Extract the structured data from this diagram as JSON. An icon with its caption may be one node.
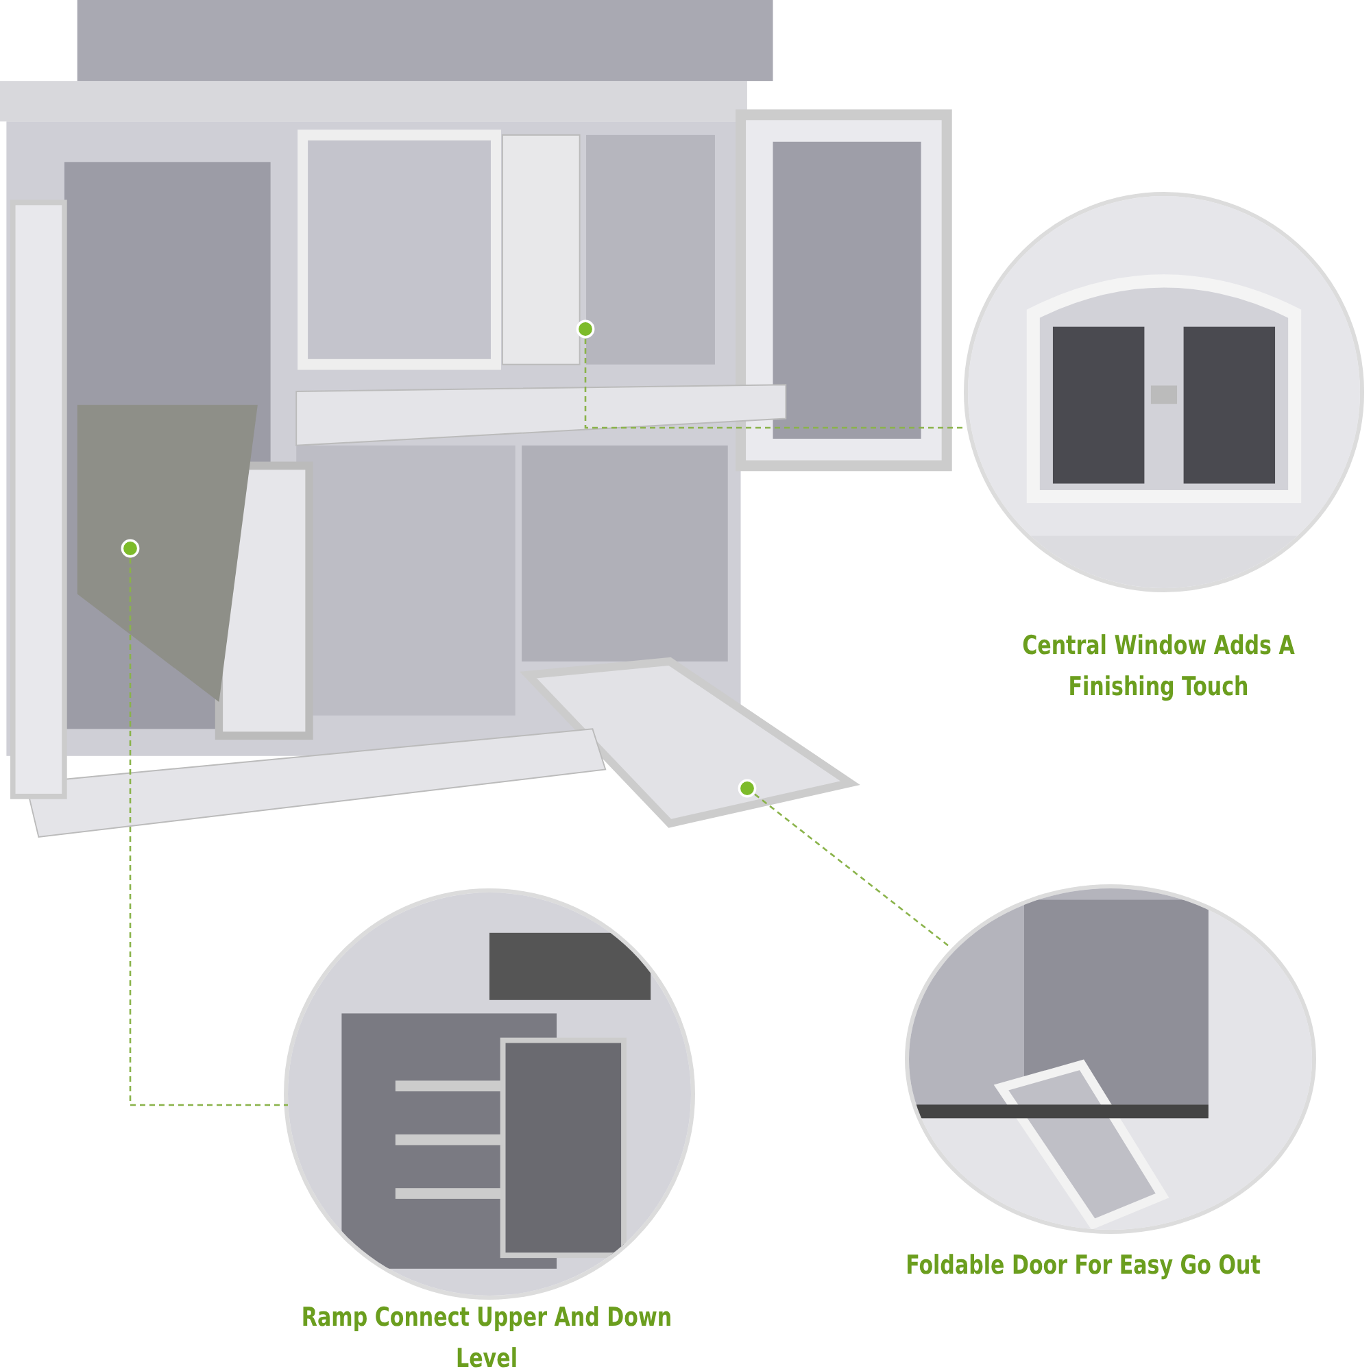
{
  "diagram": {
    "nodes": [
      {
        "text": [],
        "shape": "picture"
      },
      {
        "text": [],
        "shape": "picture",
        "beside": [
          "Central Window Adds A Finishing Touch"
        ]
      },
      {
        "text": [],
        "shape": "picture",
        "beside": [
          "Foldable Door For Easy Go Out"
        ]
      },
      {
        "text": [],
        "shape": "picture",
        "beside": [
          "Ramp Connect Upper And Down Level"
        ]
      }
    ],
    "edges": [
      {
        "from": 0,
        "to": 1,
        "arrow": "other",
        "style": "dashed"
      },
      {
        "from": 0,
        "to": 2,
        "arrow": "other",
        "style": "dashed"
      },
      {
        "from": 0,
        "to": 3,
        "arrow": "other",
        "style": "dashed"
      }
    ]
  }
}
